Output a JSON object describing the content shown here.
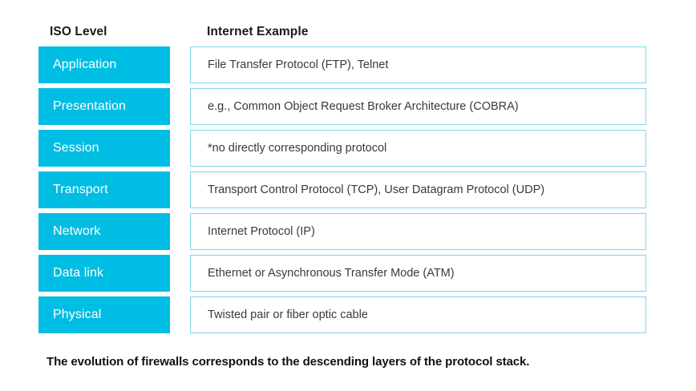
{
  "headers": {
    "left_column": "ISO Level",
    "right_column": "Internet Example"
  },
  "colors": {
    "level_box_fill": "#00bde3",
    "level_box_text": "#ffffff",
    "example_box_border": "#7fd6ef",
    "example_box_fill": "#ffffff",
    "example_text": "#3a3a3a",
    "header_text": "#1a1a1a",
    "caption_text": "#111111",
    "background": "#ffffff"
  },
  "rows": [
    {
      "level": "Application",
      "example": "File Transfer Protocol (FTP), Telnet"
    },
    {
      "level": "Presentation",
      "example": "e.g., Common Object Request Broker Architecture (COBRA)"
    },
    {
      "level": "Session",
      "example": "*no directly corresponding protocol"
    },
    {
      "level": "Transport",
      "example": "Transport Control Protocol (TCP), User Datagram Protocol (UDP)"
    },
    {
      "level": "Network",
      "example": "Internet Protocol (IP)"
    },
    {
      "level": "Data link",
      "example": "Ethernet or Asynchronous Transfer Mode (ATM)"
    },
    {
      "level": "Physical",
      "example": "Twisted pair or fiber optic cable"
    }
  ],
  "caption": "The evolution of firewalls corresponds to the descending layers of the protocol stack."
}
